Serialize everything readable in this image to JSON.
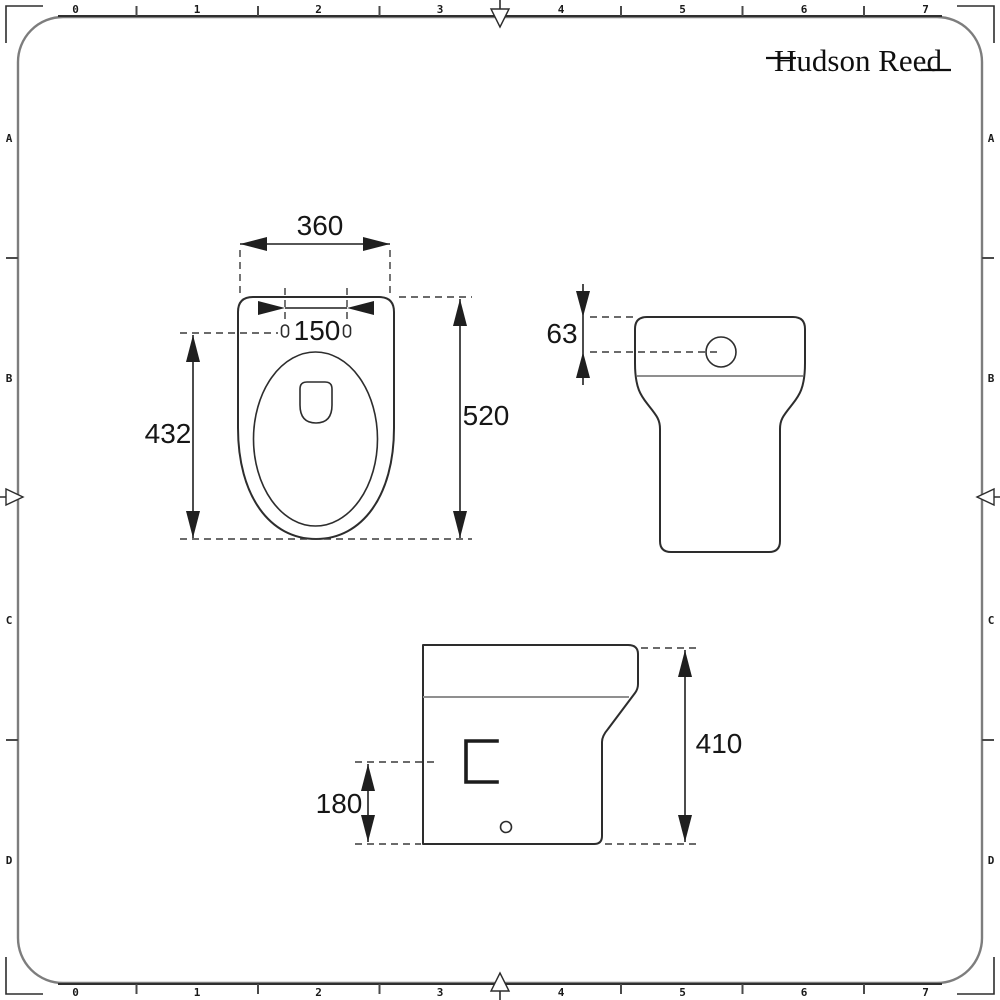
{
  "brand": {
    "name": "Hudson Reed"
  },
  "sheet": {
    "ruler_numbers": [
      "0",
      "1",
      "2",
      "3",
      "4",
      "5",
      "6",
      "7"
    ],
    "row_letters": [
      "A",
      "B",
      "C",
      "D"
    ]
  },
  "dimensions": {
    "plan": {
      "width": "360",
      "fixing_centres": "150",
      "bowl_depth": "432",
      "overall_depth": "520"
    },
    "front": {
      "fixing_hole_offset": "63"
    },
    "side": {
      "overall_height": "410",
      "soil_outlet_height": "180"
    }
  },
  "colors": {
    "line": "#2d2d2d",
    "dimension": "#1f1f1f",
    "secondary_gray": "#8f8f8f",
    "sheet_border": "#7d7d7d"
  }
}
